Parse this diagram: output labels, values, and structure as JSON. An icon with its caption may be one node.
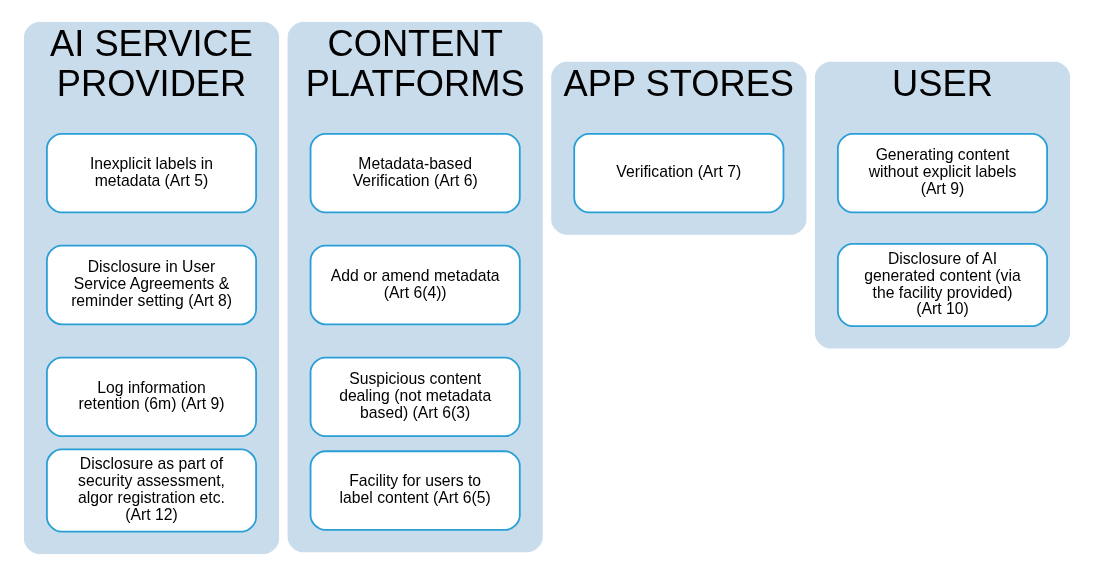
{
  "diagram": {
    "nodes": [
      {
        "text": [
          "AI SERVICE PROVIDER"
        ]
      },
      {
        "text": [
          "Inexplicit labels in metadata (Art 5)"
        ],
        "in": 0
      },
      {
        "text": [
          "Disclosure in User Service Agreements & reminder setting (Art 8)"
        ],
        "in": 0
      },
      {
        "text": [
          "Log information retention (6m) (Art 9)"
        ],
        "in": 0
      },
      {
        "text": [
          "Disclosure as part of security assessment, algor registration etc. (Art 12)"
        ],
        "in": 0
      },
      {
        "text": [
          "CONTENT PLATFORMS"
        ]
      },
      {
        "text": [
          "Metadata-based Verification (Art 6)"
        ],
        "in": 5
      },
      {
        "text": [
          "Add or amend metadata (Art 6(4))"
        ],
        "in": 5
      },
      {
        "text": [
          "Suspicious content dealing (not metadata based) (Art 6(3)"
        ],
        "in": 5
      },
      {
        "text": [
          "Facility for users to label content (Art 6(5)"
        ],
        "in": 5
      },
      {
        "text": [
          "APP STORES"
        ]
      },
      {
        "text": [
          "Verification (Art 7)"
        ],
        "in": 10
      },
      {
        "text": [
          "USER"
        ]
      },
      {
        "text": [
          "Generating content without explicit labels (Art 9)"
        ],
        "in": 12
      },
      {
        "text": [
          "Disclosure of AI generated content (via the facility provided) (Art 10)"
        ],
        "in": 12
      }
    ]
  }
}
